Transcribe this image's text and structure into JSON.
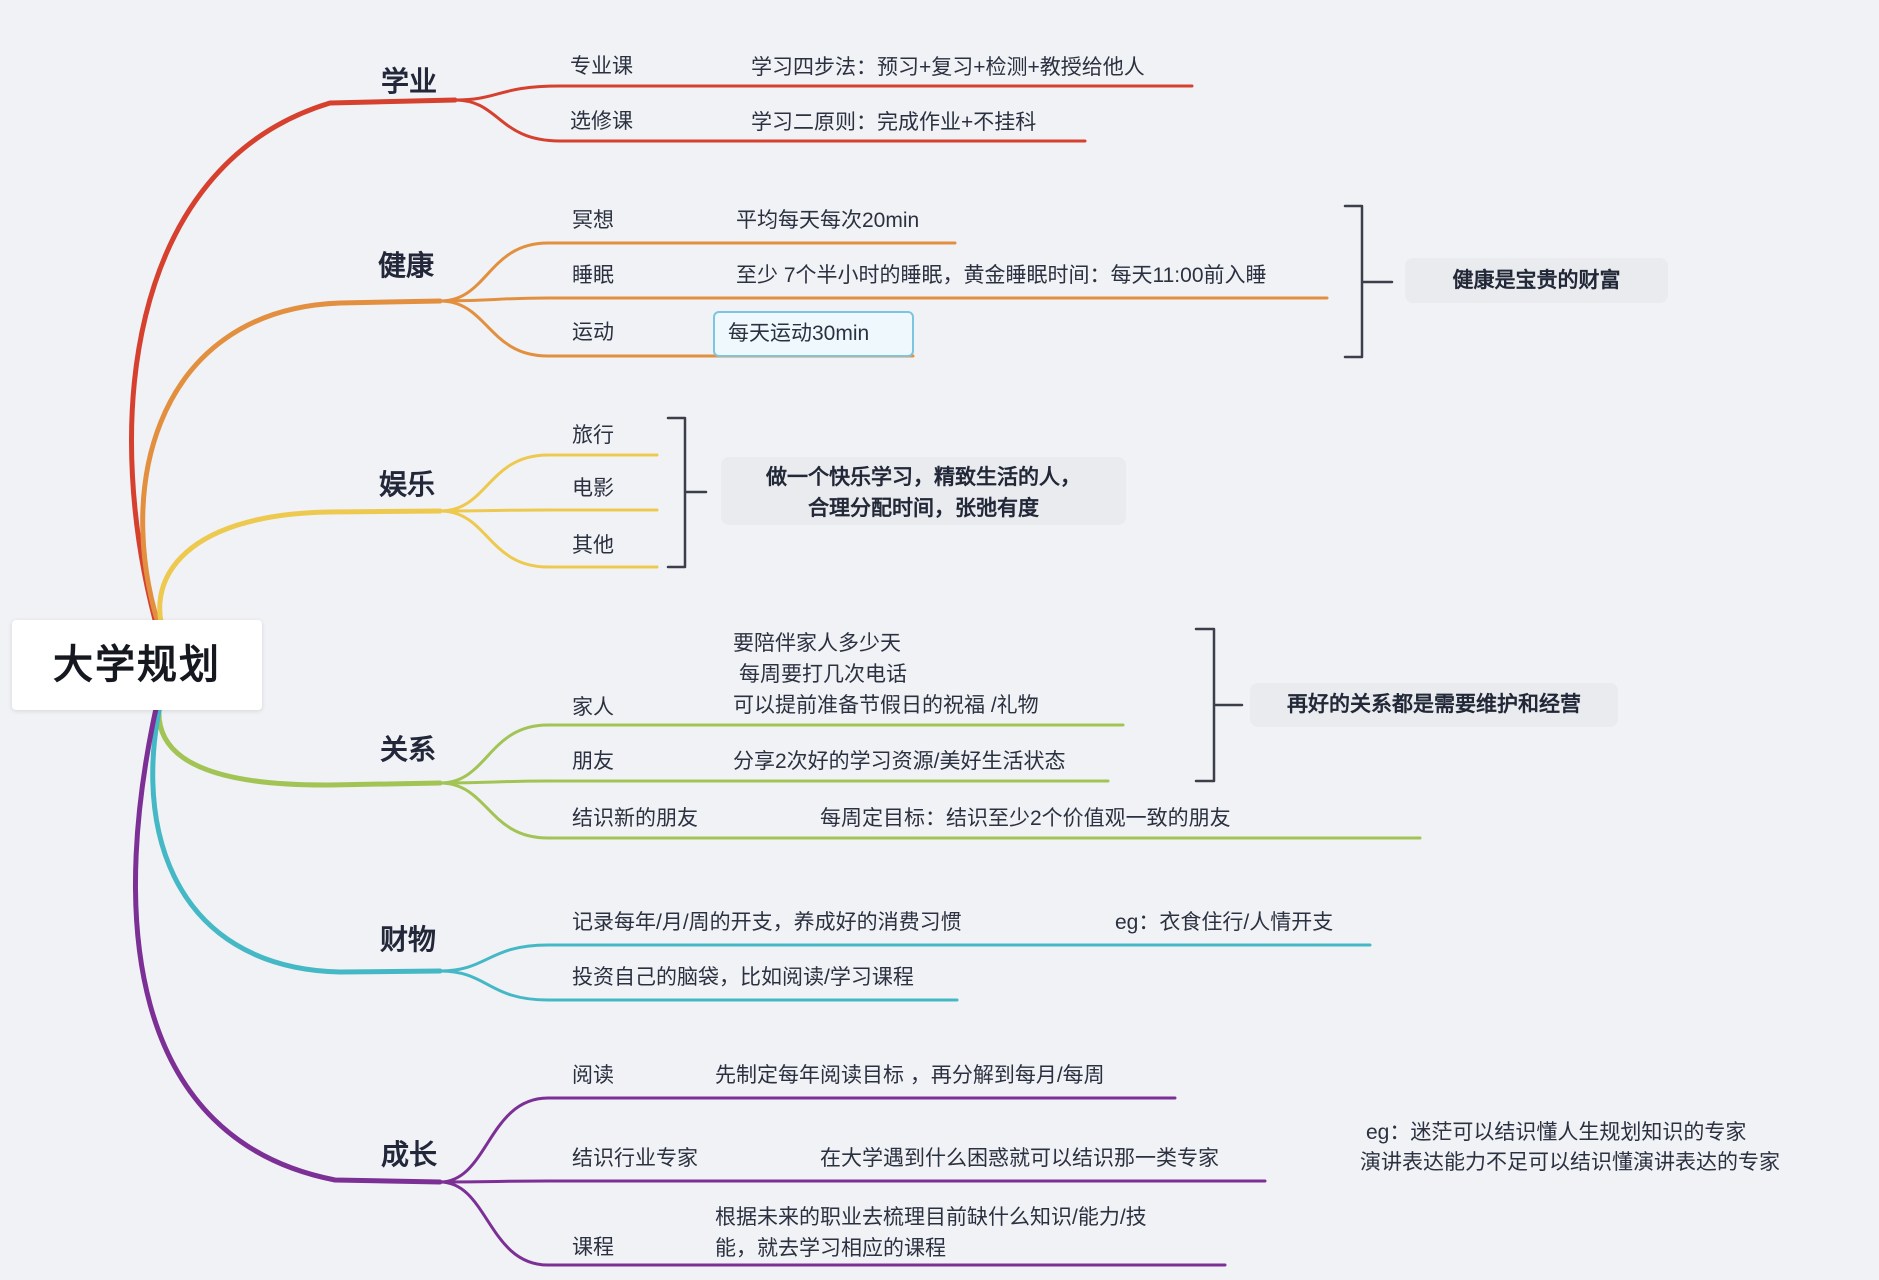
{
  "root": {
    "label": "大学规划"
  },
  "ui": {
    "canvas_bg": "#f1f2f5",
    "central_bg": "#ffffff",
    "text_color": "#2b3140",
    "note_box_bg": "#e9ebee",
    "bracket_color": "#3a3f4a",
    "highlight_border": "#7cc5e0",
    "highlight_bg": "#eff8fc"
  },
  "branches": [
    {
      "id": "academics",
      "label": "学业",
      "color": "#d6402f",
      "children": [
        {
          "label": "专业课",
          "note": "学习四步法：预习+复习+检测+教授给他人"
        },
        {
          "label": "选修课",
          "note": "学习二原则：完成作业+不挂科"
        }
      ]
    },
    {
      "id": "health",
      "label": "健康",
      "color": "#e2903f",
      "children": [
        {
          "label": "冥想",
          "note": "平均每天每次20min"
        },
        {
          "label": "睡眠",
          "note": "至少 7个半小时的睡眠，黄金睡眠时间：每天11:00前入睡"
        },
        {
          "label": "运动",
          "note": "每天运动30min",
          "highlighted": true
        }
      ],
      "annotation": "健康是宝贵的财富"
    },
    {
      "id": "entertainment",
      "label": "娱乐",
      "color": "#eec94f",
      "children": [
        {
          "label": "旅行"
        },
        {
          "label": "电影"
        },
        {
          "label": "其他"
        }
      ],
      "annotation_lines": {
        "line1": "做一个快乐学习，精致生活的人，",
        "line2": "合理分配时间，张弛有度"
      }
    },
    {
      "id": "relationship",
      "label": "关系",
      "color": "#a2c455",
      "children": [
        {
          "label": "家人",
          "note_lines": {
            "line1": "要陪伴家人多少天",
            "line2": "每周要打几次电话",
            "line3": "可以提前准备节假日的祝福 /礼物"
          }
        },
        {
          "label": "朋友",
          "note": "分享2次好的学习资源/美好生活状态"
        },
        {
          "label": "结识新的朋友",
          "note": "每周定目标：结识至少2个价值观一致的朋友"
        }
      ],
      "annotation": "再好的关系都是需要维护和经营"
    },
    {
      "id": "finance",
      "label": "财物",
      "color": "#45b8c6",
      "children": [
        {
          "label": "记录每年/月/周的开支，养成好的消费习惯",
          "eg": "eg：衣食住行/人情开支"
        },
        {
          "label": "投资自己的脑袋，比如阅读/学习课程"
        }
      ]
    },
    {
      "id": "growth",
      "label": "成长",
      "color": "#7c3096",
      "children": [
        {
          "label": "阅读",
          "note": "先制定每年阅读目标 ，再分解到每月/每周"
        },
        {
          "label": "结识行业专家",
          "note": "在大学遇到什么困惑就可以结识那一类专家"
        },
        {
          "label": "课程",
          "note_lines": {
            "line1": "根据未来的职业去梳理目前缺什么知识/能力/技",
            "line2": "能，就去学习相应的课程"
          }
        }
      ],
      "eg_lines": {
        "line1": "eg：迷茫可以结识懂人生规划知识的专家",
        "line2": "演讲表达能力不足可以结识懂演讲表达的专家"
      }
    }
  ]
}
